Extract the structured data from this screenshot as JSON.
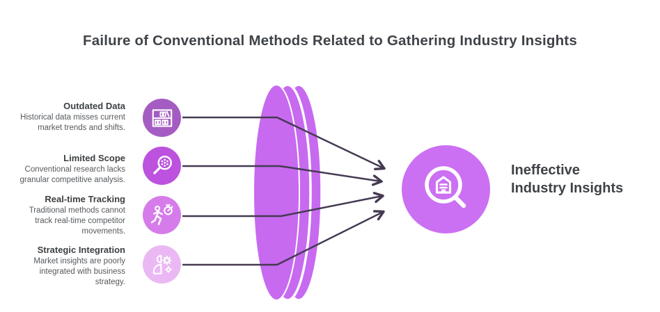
{
  "title": "Failure of Conventional Methods Related to Gathering Industry Insights",
  "items": [
    {
      "title": "Outdated Data",
      "description": "Historical data misses current\nmarket trends and shifts.",
      "icon": "bookshelf-icon",
      "circle_color": "#a55cc2"
    },
    {
      "title": "Limited Scope",
      "description": "Conventional research lacks\ngranular competitive analysis.",
      "icon": "magnifier-dots-icon",
      "circle_color": "#bc52de"
    },
    {
      "title": "Real-time Tracking",
      "description": "Traditional methods cannot\ntrack real-time competitor\nmovements.",
      "icon": "runner-stopwatch-icon",
      "circle_color": "#d57cea"
    },
    {
      "title": "Strategic Integration",
      "description": "Market insights are poorly\nintegrated with business\nstrategy.",
      "icon": "person-gears-icon",
      "circle_color": "#eab9f4"
    }
  ],
  "result": {
    "label": "Ineffective\nIndustry Insights",
    "icon": "magnifier-building-icon",
    "circle_color": "#cb70f2"
  },
  "colors": {
    "lens": "#c76af0",
    "connector": "#453a52",
    "heading_text": "#3f4347",
    "item_title_text": "#3c4043",
    "item_desc_text": "#55595d"
  }
}
